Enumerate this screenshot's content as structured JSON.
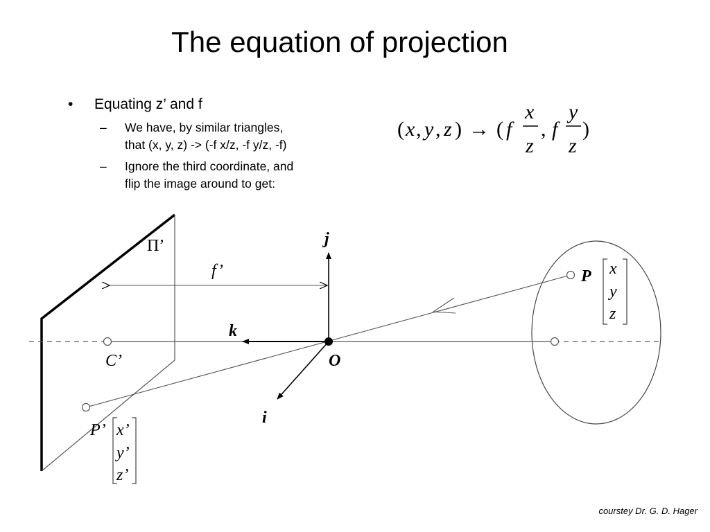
{
  "title": "The equation of projection",
  "bullets": {
    "main": "Equating z’ and f",
    "bullet_symbol": "•",
    "dash_symbol": "–",
    "sub": [
      {
        "line1": "We have, by similar triangles,",
        "line2": "that (x, y, z) -> (-f x/z, -f y/z, -f)"
      },
      {
        "line1": "Ignore the third coordinate, and",
        "line2": "flip the image around to get:"
      }
    ]
  },
  "formula": {
    "open": "(",
    "x": "x",
    "c1": ",",
    "y": "y",
    "c2": ",",
    "z": "z",
    "close": ")",
    "arrow": "→",
    "open2": "(",
    "f1": "f",
    "num1": "x",
    "den1": "z",
    "comma": ",",
    "f2": "f",
    "num2": "y",
    "den2": "z",
    "close2": ")"
  },
  "diagram": {
    "plane_label": "Π’",
    "focal_label": "f’",
    "axis_j": "j",
    "axis_k": "k",
    "axis_i": "i",
    "origin": "O",
    "image_center": "C’",
    "point_p": "P",
    "point_p_prime": "P’",
    "vector_p": [
      "x",
      "y",
      "z"
    ],
    "vector_p_prime": [
      "x’",
      "y’",
      "z’"
    ]
  },
  "credit": "courstey Dr. G. D. Hager"
}
